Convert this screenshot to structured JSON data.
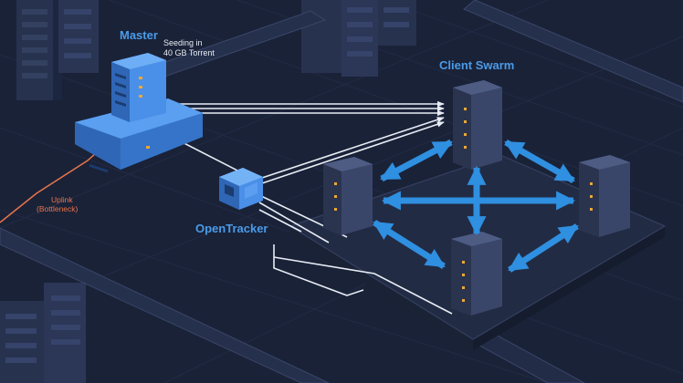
{
  "nodes": {
    "master": {
      "title": "Master",
      "status_line1": "Seeding in",
      "status_line2": "40 GB Torrent"
    },
    "tracker": {
      "title": "OpenTracker"
    },
    "swarm": {
      "title": "Client Swarm"
    }
  },
  "links": {
    "uplink": {
      "line1": "Uplink",
      "line2": "(Bottleneck)"
    }
  },
  "colors": {
    "background": "#1a2238",
    "server_blue": "#4a8fe8",
    "arrow_blue": "#2f8fe0",
    "uplink_orange": "#e8744a",
    "wire_white": "#e8ecf4",
    "led_amber": "#f0a830"
  }
}
